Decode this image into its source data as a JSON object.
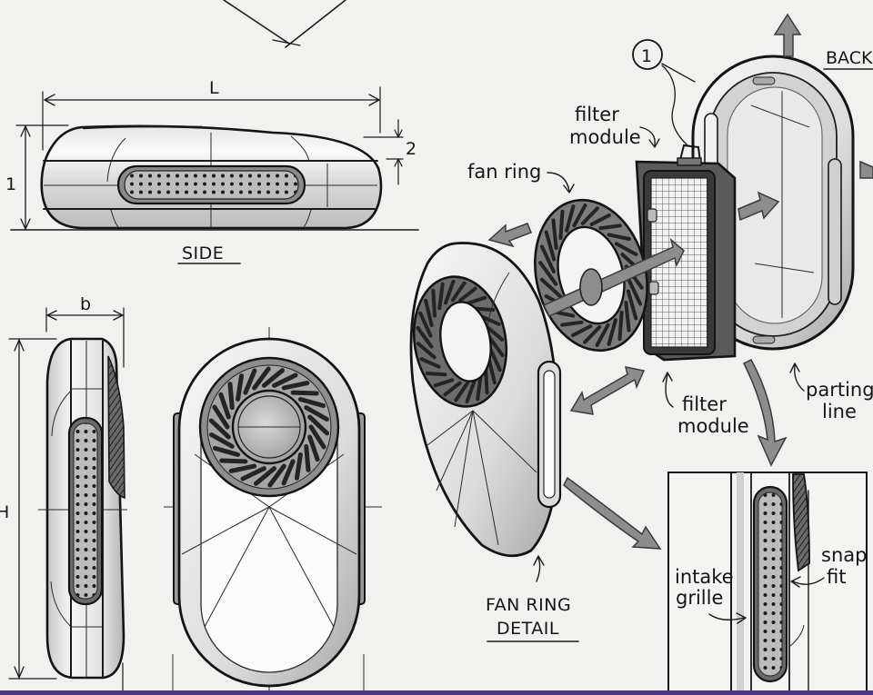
{
  "sheet": {
    "title": "Portable air purifier concept sketch",
    "colors": {
      "paper": "#f1f1ef",
      "ink": "#1a1a1a",
      "marker_light": "#d6d6d6",
      "marker_mid": "#a9a9a9",
      "marker_dark": "#4a4a4a",
      "arrow_fill": "#8d8d8d",
      "frame_bar": "#4b3a7a"
    }
  },
  "views": {
    "side": {
      "caption": "SIDE",
      "dim_length": "L",
      "dim_height": "1",
      "dim_step": "2"
    },
    "end": {
      "dim_width": "b",
      "dim_height": "H"
    },
    "exploded": {
      "callout_number": "1",
      "back_label": "BACK",
      "filter_label_top": [
        "filter",
        "module"
      ],
      "fan_ring_label": "fan ring",
      "filter_label_bottom": [
        "filter",
        "module"
      ],
      "parting_line_label": [
        "parting",
        "line"
      ],
      "detail_caption": [
        "FAN RING",
        "DETAIL"
      ]
    },
    "detail_inset": {
      "intake_label": [
        "intake",
        "grille"
      ],
      "snap_label": [
        "snap",
        "fit"
      ]
    }
  }
}
